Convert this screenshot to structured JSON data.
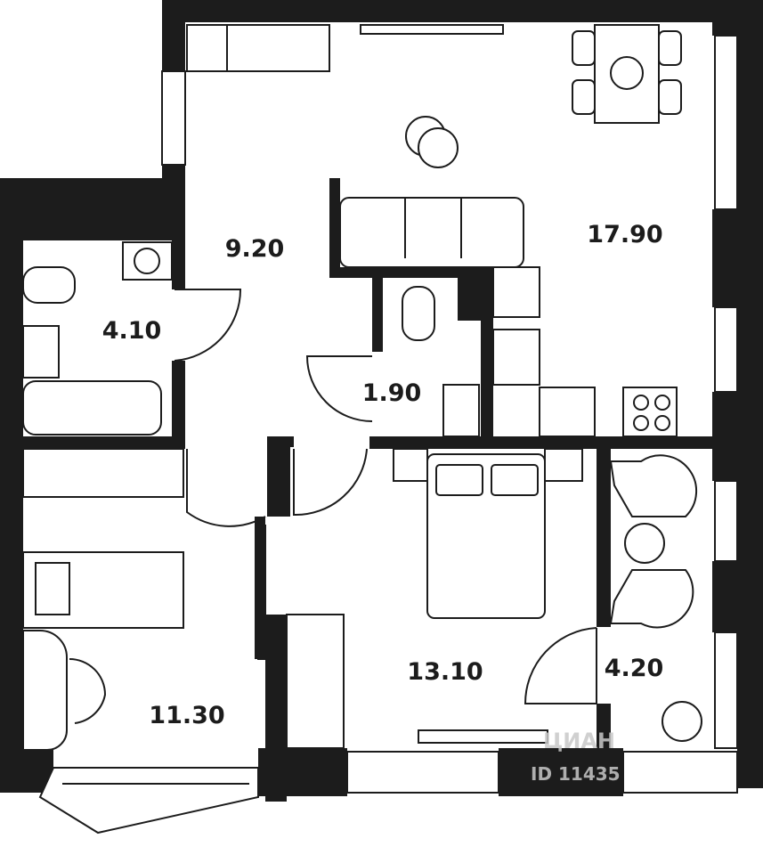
{
  "rooms": [
    {
      "id": "living",
      "area": "17.90"
    },
    {
      "id": "hall",
      "area": "9.20"
    },
    {
      "id": "bathroom",
      "area": "4.10"
    },
    {
      "id": "wc",
      "area": "1.90"
    },
    {
      "id": "bedroom",
      "area": "13.10"
    },
    {
      "id": "kids-room",
      "area": "11.30"
    },
    {
      "id": "loggia",
      "area": "4.20"
    }
  ],
  "watermark": {
    "logo": "ЦИАН",
    "id_text": "ID 11435"
  },
  "colors": {
    "wall": "#1c1c1c",
    "background": "#ffffff",
    "watermark": "#c8c8c8"
  }
}
